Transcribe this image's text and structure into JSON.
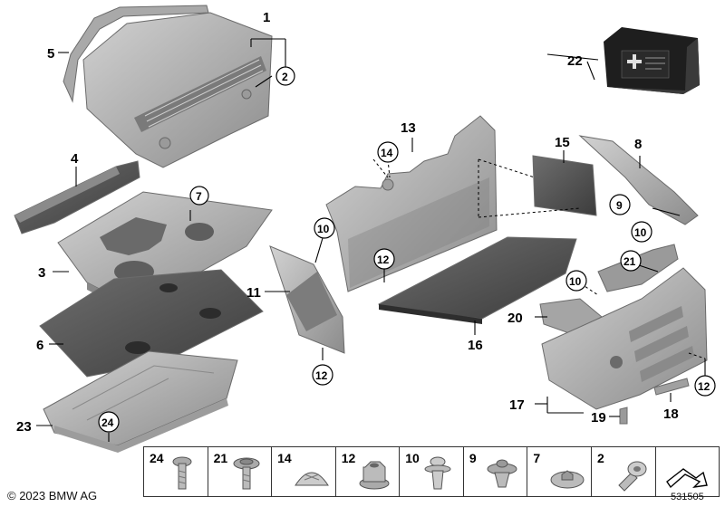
{
  "callouts": {
    "c1": "1",
    "c2": "2",
    "c3": "3",
    "c4": "4",
    "c5": "5",
    "c6": "6",
    "c7": "7",
    "c8": "8",
    "c9": "9",
    "c10a": "10",
    "c10b": "10",
    "c10c": "10",
    "c11": "11",
    "c12a": "12",
    "c12b": "12",
    "c12c": "12",
    "c13": "13",
    "c14": "14",
    "c15": "15",
    "c16": "16",
    "c17": "17",
    "c19": "19",
    "c18": "18",
    "c20": "20",
    "c21": "21",
    "c22": "22",
    "c23": "23",
    "c24": "24"
  },
  "legend": [
    {
      "label": "24",
      "icon": "torx-bolt-icon"
    },
    {
      "label": "21",
      "icon": "collar-screw-icon"
    },
    {
      "label": "14",
      "icon": "dome-cap-icon"
    },
    {
      "label": "12",
      "icon": "hex-nut-icon"
    },
    {
      "label": "10",
      "icon": "expanding-rivet-icon"
    },
    {
      "label": "9",
      "icon": "spreader-rivet-icon"
    },
    {
      "label": "7",
      "icon": "speed-nut-icon"
    },
    {
      "label": "2",
      "icon": "plug-clip-icon"
    },
    {
      "label": "",
      "icon": "arrow-symbol-icon"
    }
  ],
  "footer": {
    "copyright": "© 2023 BMW AG",
    "diagram_number": "531505"
  },
  "colors": {
    "part_fill": "#b9b9b9",
    "part_shade": "#8e8e8e",
    "part_dark": "#5a5a5a",
    "carpet": "#4a4a4a",
    "kit_bag": "#1e1e1e"
  }
}
